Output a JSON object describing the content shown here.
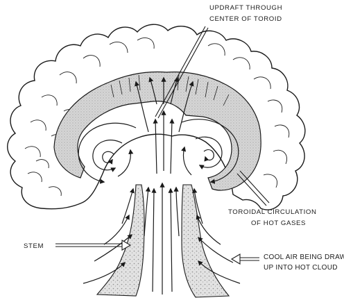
{
  "labels": {
    "updraft": [
      "UPDRAFT THROUGH",
      "CENTER OF TOROID"
    ],
    "toroidal": [
      "TOROIDAL CIRCULATION",
      "OF HOT GASES"
    ],
    "stem": "STEM",
    "cool_air": [
      "COOL AIR  BEING DRAWN",
      "UP INTO HOT CLOUD"
    ]
  },
  "colors": {
    "ink": "#1a1a1a",
    "shade": "#d9d9d9",
    "shade_dark": "#bdbdbd",
    "background": "#ffffff"
  },
  "icons": {
    "updraft_pointer": "double-line-leader",
    "stem_pointer": "hollow-arrow-right",
    "cool_air_pointer": "hollow-arrow-left",
    "toroidal_pointer": "double-line-leader"
  }
}
